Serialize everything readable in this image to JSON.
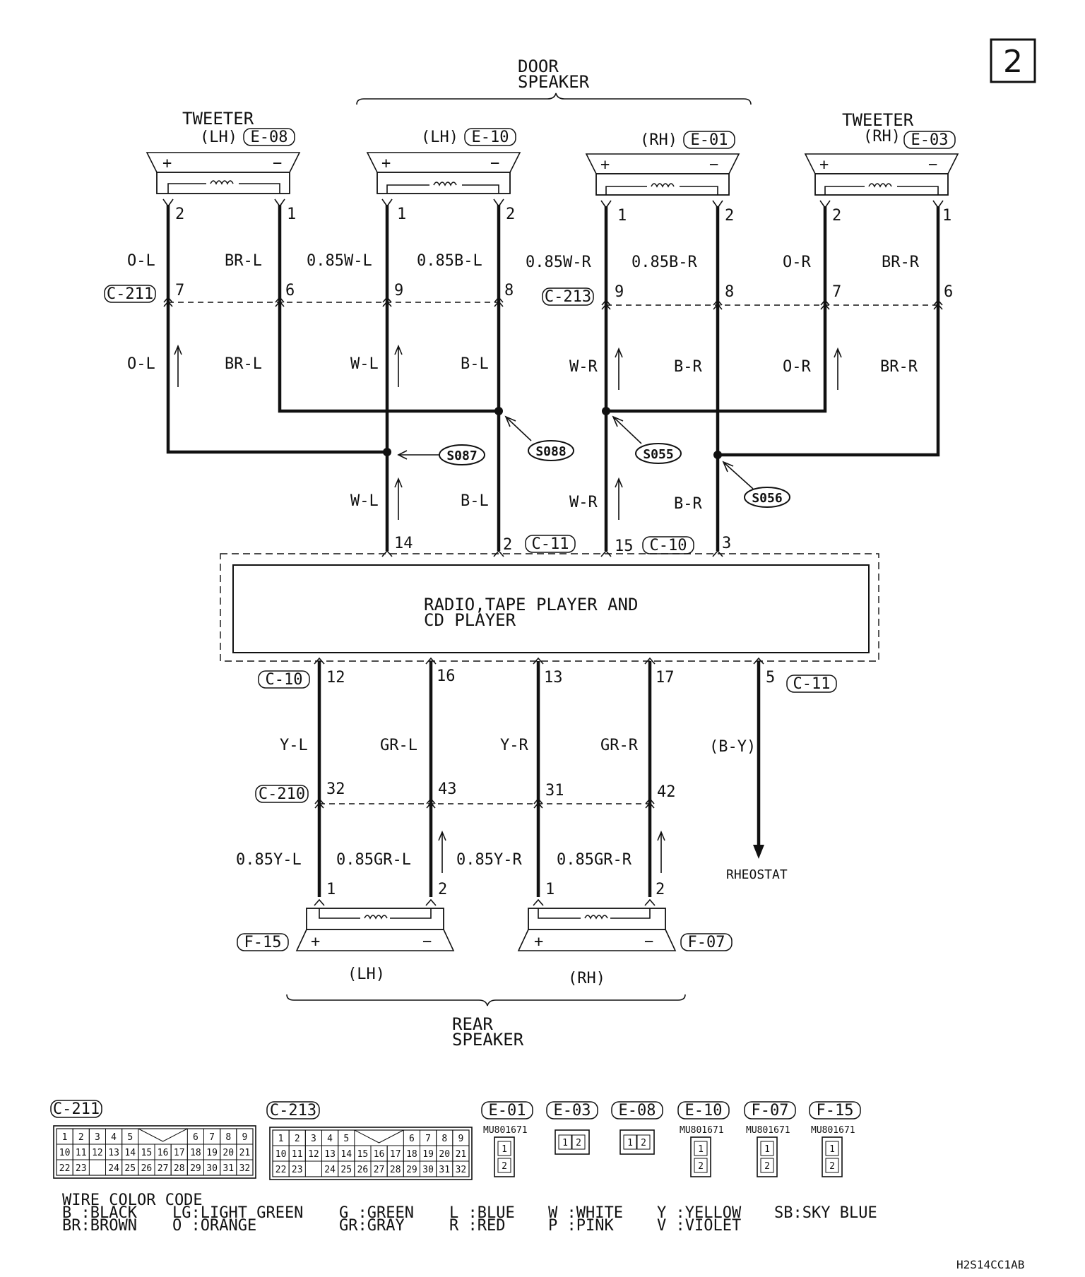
{
  "page_number": "2",
  "diagram_code": "H2S14CC1AB",
  "groups": {
    "door_speaker": "DOOR SPEAKER",
    "rear_speaker": "REAR SPEAKER"
  },
  "unit": {
    "line1": "RADIO,TAPE PLAYER AND",
    "line2": "CD PLAYER"
  },
  "rheostat": "RHEOSTAT",
  "splices": [
    "S087",
    "S088",
    "S055",
    "S056"
  ],
  "speakers": {
    "tweeter_lh": {
      "title": "TWEETER",
      "side": "(LH)",
      "connector": "E-08",
      "pins": [
        "2",
        "1"
      ]
    },
    "door_lh": {
      "side": "(LH)",
      "connector": "E-10",
      "pins": [
        "1",
        "2"
      ]
    },
    "door_rh": {
      "side": "(RH)",
      "connector": "E-01",
      "pins": [
        "1",
        "2"
      ]
    },
    "tweeter_rh": {
      "title": "TWEETER",
      "side": "(RH)",
      "connector": "E-03",
      "pins": [
        "2",
        "1"
      ]
    },
    "rear_lh": {
      "side": "(LH)",
      "connector": "F-15",
      "pins": [
        "1",
        "2"
      ]
    },
    "rear_rh": {
      "side": "(RH)",
      "connector": "F-07",
      "pins": [
        "1",
        "2"
      ]
    }
  },
  "polarity": {
    "plus": "+",
    "minus": "−"
  },
  "upper_connectors": {
    "left": "C-211",
    "right": "C-213",
    "left_pins": [
      "7",
      "6",
      "9",
      "8"
    ],
    "right_pins": [
      "9",
      "8",
      "7",
      "6"
    ]
  },
  "upper_wires_top": [
    "O-L",
    "BR-L",
    "0.85W-L",
    "0.85B-L",
    "0.85W-R",
    "0.85B-R",
    "O-R",
    "BR-R"
  ],
  "upper_wires_mid": [
    "O-L",
    "BR-L",
    "W-L",
    "B-L",
    "W-R",
    "B-R",
    "O-R",
    "BR-R"
  ],
  "upper_wires_low": [
    "W-L",
    "B-L",
    "W-R",
    "B-R"
  ],
  "unit_top_pins": [
    {
      "pin": "14",
      "connector": ""
    },
    {
      "pin": "2",
      "connector": "C-11"
    },
    {
      "pin": "15",
      "connector": "C-10"
    },
    {
      "pin": "3",
      "connector": ""
    }
  ],
  "unit_bottom_pins": [
    {
      "pin": "12",
      "connector": "C-10"
    },
    {
      "pin": "16",
      "connector": ""
    },
    {
      "pin": "13",
      "connector": ""
    },
    {
      "pin": "17",
      "connector": ""
    },
    {
      "pin": "5",
      "connector": "C-11"
    }
  ],
  "lower_wires_top": [
    "Y-L",
    "GR-L",
    "Y-R",
    "GR-R",
    "(B-Y)"
  ],
  "lower_connector": {
    "name": "C-210",
    "pins": [
      "32",
      "43",
      "31",
      "42"
    ]
  },
  "lower_wires_bottom": [
    "0.85Y-L",
    "0.85GR-L",
    "0.85Y-R",
    "0.85GR-R"
  ],
  "connector_views": {
    "c211": {
      "name": "C-211",
      "row1": [
        "1",
        "2",
        "3",
        "4",
        "5",
        "6",
        "7",
        "8",
        "9"
      ],
      "row2": [
        "10",
        "11",
        "12",
        "13",
        "14",
        "15",
        "16",
        "17",
        "18",
        "19",
        "20",
        "21"
      ],
      "row3": [
        "22",
        "23",
        "24",
        "25",
        "26",
        "27",
        "28",
        "29",
        "30",
        "31",
        "32"
      ]
    },
    "c213": {
      "name": "C-213",
      "row1": [
        "1",
        "2",
        "3",
        "4",
        "5",
        "6",
        "7",
        "8",
        "9"
      ],
      "row2": [
        "10",
        "11",
        "12",
        "13",
        "14",
        "15",
        "16",
        "17",
        "18",
        "19",
        "20",
        "21"
      ],
      "row3": [
        "22",
        "23",
        "24",
        "25",
        "26",
        "27",
        "28",
        "29",
        "30",
        "31",
        "32"
      ]
    },
    "small": [
      {
        "name": "E-01",
        "part": "MU801671",
        "pins": [
          "1",
          "2"
        ],
        "layout": "vertical"
      },
      {
        "name": "E-03",
        "part": "",
        "pins": [
          "1",
          "2"
        ],
        "layout": "horizontal"
      },
      {
        "name": "E-08",
        "part": "",
        "pins": [
          "1",
          "2"
        ],
        "layout": "horizontal"
      },
      {
        "name": "E-10",
        "part": "MU801671",
        "pins": [
          "1",
          "2"
        ],
        "layout": "vertical"
      },
      {
        "name": "F-07",
        "part": "MU801671",
        "pins": [
          "1",
          "2"
        ],
        "layout": "vertical"
      },
      {
        "name": "F-15",
        "part": "MU801671",
        "pins": [
          "1",
          "2"
        ],
        "layout": "vertical"
      }
    ]
  },
  "wire_color_code": {
    "title": "WIRE COLOR CODE",
    "entries": [
      [
        "B :BLACK",
        "BR:BROWN"
      ],
      [
        "LG:LIGHT GREEN",
        "O :ORANGE"
      ],
      [
        "G :GREEN",
        "GR:GRAY"
      ],
      [
        "L :BLUE",
        "R :RED"
      ],
      [
        "W :WHITE",
        "P :PINK"
      ],
      [
        "Y :YELLOW",
        "V :VIOLET"
      ],
      [
        "SB:SKY BLUE",
        ""
      ]
    ]
  }
}
